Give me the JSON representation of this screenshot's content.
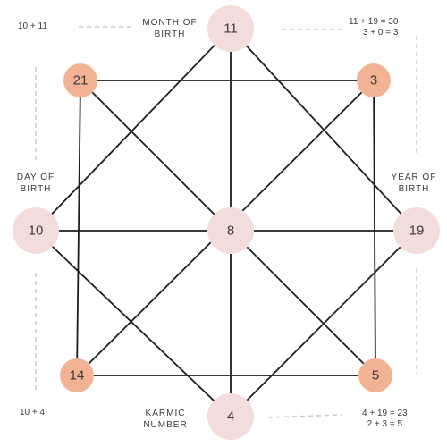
{
  "colors": {
    "large_node": "#f3dcdc",
    "small_node": "#f2b394",
    "line": "#1e1e1e",
    "dash": "#c8c8c8",
    "text": "#3a3a3a"
  },
  "nodes": {
    "month": "11",
    "year": "19",
    "karmic": "4",
    "day": "10",
    "center": "8",
    "top_left": "21",
    "top_right": "3",
    "bottom_left": "14",
    "bottom_right": "5"
  },
  "labels": {
    "month_line1": "MONTH OF",
    "month_line2": "BIRTH",
    "day_line1": "DAY OF",
    "day_line2": "BIRTH",
    "year_line1": "YEAR OF",
    "year_line2": "BIRTH",
    "karmic_line1": "KARMIC",
    "karmic_line2": "NUMBER"
  },
  "formulas": {
    "top_left": "10 + 11",
    "top_right_line1": "11 + 19 = 30",
    "top_right_line2": "3 + 0 = 3",
    "bottom_left": "10 + 4",
    "bottom_right_line1": "4 + 19 = 23",
    "bottom_right_line2": "2 + 3 = 5"
  }
}
